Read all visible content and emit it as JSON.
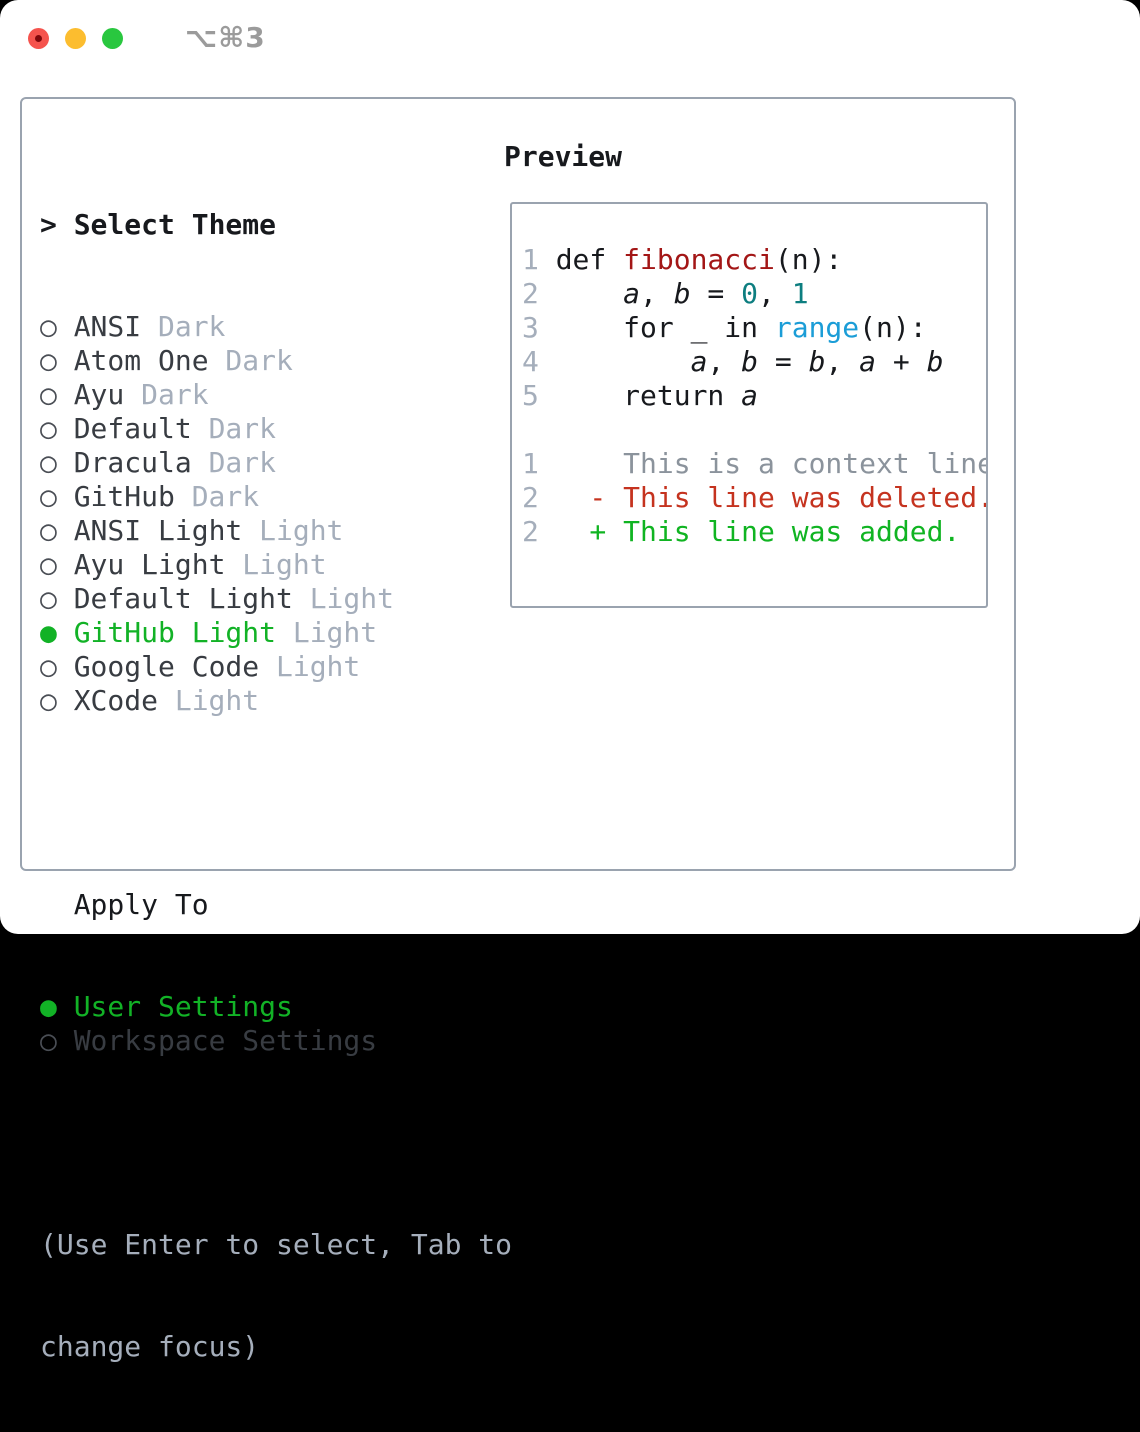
{
  "window": {
    "title": "⌥⌘3",
    "traffic_lights": [
      "close",
      "minimize",
      "zoom"
    ]
  },
  "theme_picker": {
    "header_prefix": ">",
    "header": "Select Theme",
    "items": [
      {
        "name": "ANSI",
        "variant": "Dark",
        "selected": false
      },
      {
        "name": "Atom One",
        "variant": "Dark",
        "selected": false
      },
      {
        "name": "Ayu",
        "variant": "Dark",
        "selected": false
      },
      {
        "name": "Default",
        "variant": "Dark",
        "selected": false
      },
      {
        "name": "Dracula",
        "variant": "Dark",
        "selected": false
      },
      {
        "name": "GitHub",
        "variant": "Dark",
        "selected": false
      },
      {
        "name": "ANSI Light",
        "variant": "Light",
        "selected": false
      },
      {
        "name": "Ayu Light",
        "variant": "Light",
        "selected": false
      },
      {
        "name": "Default Light",
        "variant": "Light",
        "selected": false
      },
      {
        "name": "GitHub Light",
        "variant": "Light",
        "selected": true
      },
      {
        "name": "Google Code",
        "variant": "Light",
        "selected": false
      },
      {
        "name": "XCode",
        "variant": "Light",
        "selected": false
      }
    ],
    "marker_unselected": "○",
    "marker_selected": "●"
  },
  "apply_to": {
    "header": "Apply To",
    "options": [
      {
        "name": "User Settings",
        "selected": true
      },
      {
        "name": "Workspace Settings",
        "selected": false
      }
    ]
  },
  "hint": {
    "lines": [
      "(Use Enter to select, Tab to",
      "change focus)"
    ]
  },
  "preview": {
    "header": "Preview",
    "code_lines": [
      {
        "num": "1",
        "tokens": [
          {
            "t": "def ",
            "c": "plain"
          },
          {
            "t": "fibonacci",
            "c": "function"
          },
          {
            "t": "(n):",
            "c": "plain"
          }
        ]
      },
      {
        "num": "2",
        "tokens": [
          {
            "t": "    ",
            "c": "plain"
          },
          {
            "t": "a",
            "c": "variable"
          },
          {
            "t": ", ",
            "c": "plain"
          },
          {
            "t": "b",
            "c": "variable"
          },
          {
            "t": " = ",
            "c": "plain"
          },
          {
            "t": "0",
            "c": "number"
          },
          {
            "t": ", ",
            "c": "plain"
          },
          {
            "t": "1",
            "c": "number"
          }
        ]
      },
      {
        "num": "3",
        "tokens": [
          {
            "t": "    for _ in ",
            "c": "plain"
          },
          {
            "t": "range",
            "c": "builtin"
          },
          {
            "t": "(n):",
            "c": "plain"
          }
        ]
      },
      {
        "num": "4",
        "tokens": [
          {
            "t": "        ",
            "c": "plain"
          },
          {
            "t": "a",
            "c": "variable"
          },
          {
            "t": ", ",
            "c": "plain"
          },
          {
            "t": "b",
            "c": "variable"
          },
          {
            "t": " = ",
            "c": "plain"
          },
          {
            "t": "b",
            "c": "variable"
          },
          {
            "t": ", ",
            "c": "plain"
          },
          {
            "t": "a",
            "c": "variable"
          },
          {
            "t": " + ",
            "c": "plain"
          },
          {
            "t": "b",
            "c": "variable"
          }
        ]
      },
      {
        "num": "5",
        "tokens": [
          {
            "t": "    return ",
            "c": "plain"
          },
          {
            "t": "a",
            "c": "variable"
          }
        ]
      },
      {
        "num": "",
        "tokens": []
      },
      {
        "num": "1",
        "tokens": [
          {
            "t": "    This is a context line.",
            "c": "context"
          }
        ]
      },
      {
        "num": "2",
        "tokens": [
          {
            "t": "  - This line was deleted.",
            "c": "deleted"
          }
        ]
      },
      {
        "num": "2",
        "tokens": [
          {
            "t": "  + This line was added.",
            "c": "added"
          }
        ]
      }
    ]
  },
  "colors": {
    "page-bg": "#000000",
    "window-bg": "#ffffff",
    "border": "#9aa3af",
    "text": "#17191d",
    "item": "#383c42",
    "muted": "#a5aebb",
    "marker": "#4a4e55",
    "green": "#12b226",
    "func-red": "#a31616",
    "number-teal": "#0d7e80",
    "builtin-blue": "#1b9dd7",
    "context-gray": "#8b939c",
    "deleted-red": "#c5331f",
    "added-green": "#10b422",
    "traffic-red": "#f5534d",
    "traffic-red-dot": "#7f070b",
    "traffic-yellow": "#fcbd2f",
    "traffic-green": "#29c73f",
    "title-gray": "#9b9b9b"
  }
}
